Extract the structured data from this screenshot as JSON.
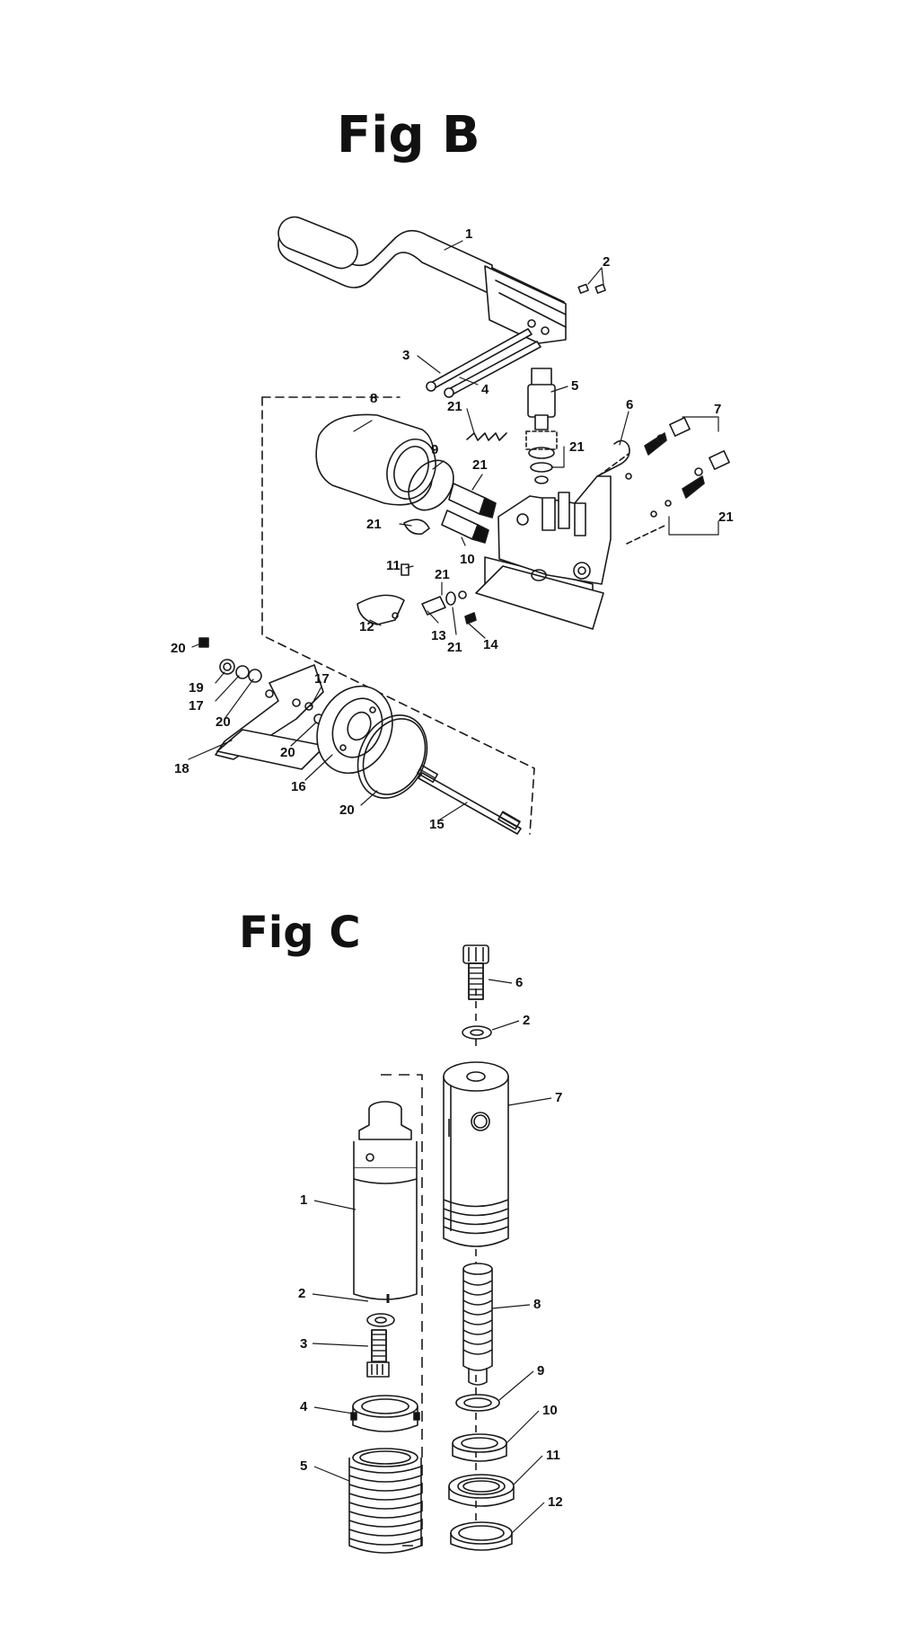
{
  "figB": {
    "title": "Fig B",
    "callouts": [
      "1",
      "2",
      "3",
      "4",
      "5",
      "6",
      "7",
      "8",
      "21",
      "21",
      "9",
      "21",
      "21",
      "21",
      "10",
      "11",
      "21",
      "12",
      "13",
      "21",
      "14",
      "20",
      "19",
      "17",
      "17",
      "20",
      "20",
      "18",
      "16",
      "20",
      "15"
    ]
  },
  "figC": {
    "title": "Fig C",
    "callouts": [
      "6",
      "2",
      "7",
      "1",
      "8",
      "2",
      "9",
      "3",
      "10",
      "4",
      "11",
      "5",
      "12"
    ]
  },
  "colors": {
    "line": "#1a1a1a",
    "background": "#ffffff"
  }
}
